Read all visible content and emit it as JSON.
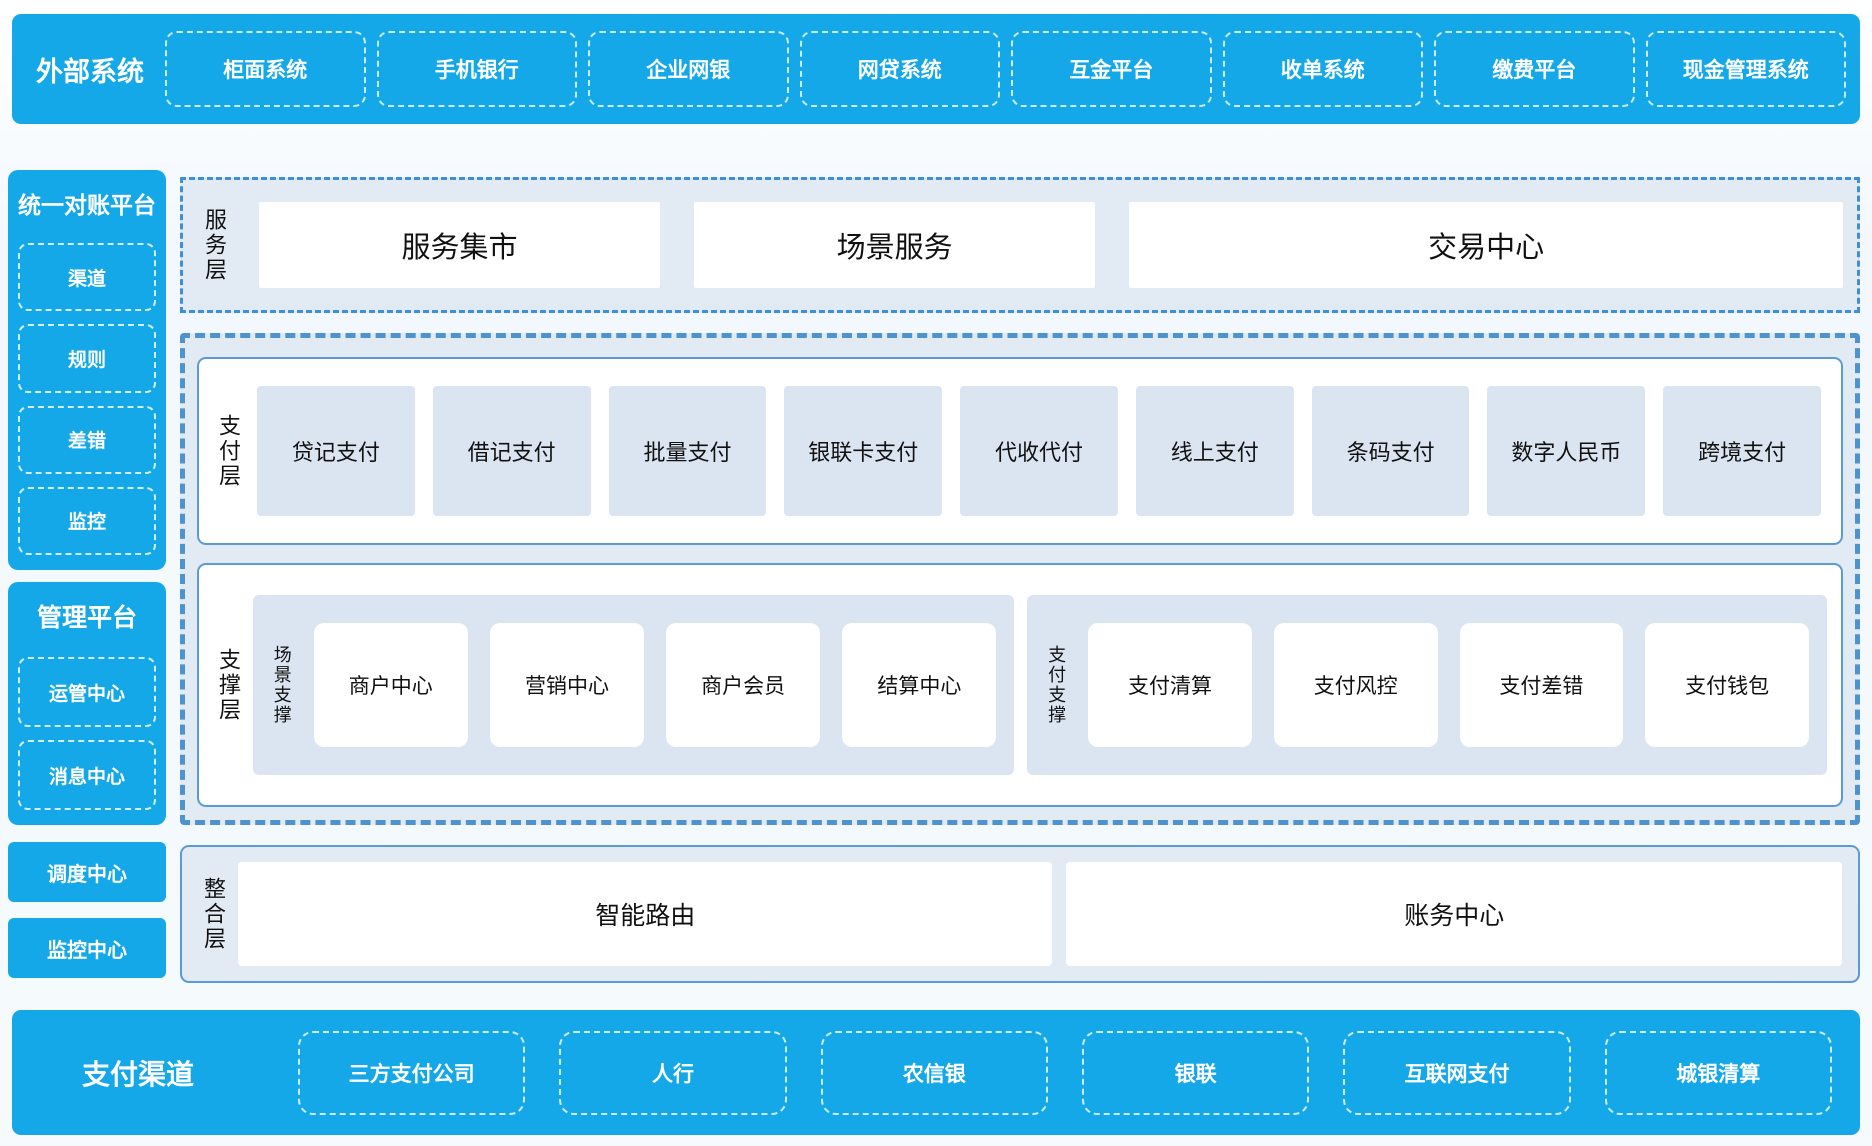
{
  "external_systems": {
    "label": "外部系统",
    "items": [
      "柜面系统",
      "手机银行",
      "企业网银",
      "网贷系统",
      "互金平台",
      "收单系统",
      "缴费平台",
      "现金管理系统"
    ]
  },
  "sidebar": {
    "reconciliation_platform": {
      "title": "统一对账平台",
      "items": [
        "渠道",
        "规则",
        "差错",
        "监控"
      ]
    },
    "management_platform": {
      "title": "管理平台",
      "items": [
        "运管中心",
        "消息中心"
      ]
    },
    "standalone_items": [
      "调度中心",
      "监控中心"
    ]
  },
  "layers": {
    "service_layer": {
      "label": "服务层",
      "items": [
        "服务集市",
        "场景服务",
        "交易中心"
      ]
    },
    "payment_layer": {
      "label": "支付层",
      "items": [
        "贷记支付",
        "借记支付",
        "批量支付",
        "银联卡支付",
        "代收代付",
        "线上支付",
        "条码支付",
        "数字人民币",
        "跨境支付"
      ]
    },
    "support_layer": {
      "label": "支撑层",
      "groups": [
        {
          "label": "场景支撑",
          "items": [
            "商户中心",
            "营销中心",
            "商户会员",
            "结算中心"
          ]
        },
        {
          "label": "支付支撑",
          "items": [
            "支付清算",
            "支付风控",
            "支付差错",
            "支付钱包"
          ]
        }
      ]
    },
    "integration_layer": {
      "label": "整合层",
      "items": [
        "智能路由",
        "账务中心"
      ]
    }
  },
  "payment_channels": {
    "label": "支付渠道",
    "items": [
      "三方支付公司",
      "人行",
      "农信银",
      "银联",
      "互联网支付",
      "城银清算"
    ]
  },
  "colors": {
    "brand_blue": "#14a8e8",
    "section_light_blue": "#e2eaf4",
    "node_light_blue": "#dbe5f2",
    "solid_border_blue": "#5b9bd5",
    "dashed_border_blue": "#4f93ce",
    "dashdot_border_blue": "#3e8ed8"
  }
}
